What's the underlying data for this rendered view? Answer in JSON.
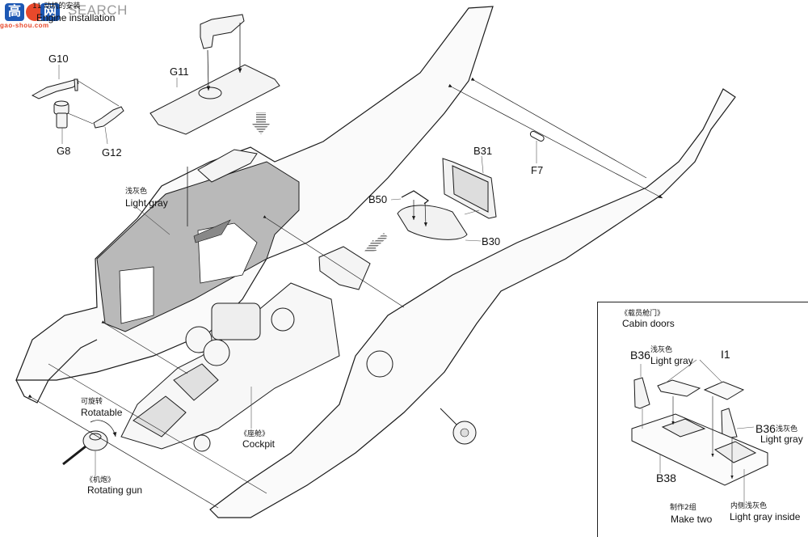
{
  "watermark": {
    "logo_text_1": "高",
    "logo_text_3": "网",
    "site": "gao-shou.com",
    "search_text": "SEARCH",
    "brand_colors": {
      "blue": "#1d58b4",
      "red": "#e8492b",
      "gray": "#9a9a9a"
    }
  },
  "step": {
    "title_cn": "11 动机的安装",
    "title_en": "Engine installation"
  },
  "parts": {
    "g10": "G10",
    "g8": "G8",
    "g12": "G12",
    "g11": "G11",
    "b31": "B31",
    "b50": "B50",
    "b30": "B30",
    "f7": "F7"
  },
  "annotations": {
    "interior_color_cn": "浅灰色",
    "interior_color_en": "Light gray",
    "rotatable_cn": "可旋转",
    "rotatable_en": "Rotatable",
    "gun_cn": "《机炮》",
    "gun_en": "Rotating gun",
    "cockpit_cn": "《座舱》",
    "cockpit_en": "Cockpit"
  },
  "inset": {
    "title_cn": "《载员舱门》",
    "title_en": "Cabin doors",
    "b36_left": "B36",
    "b36_left_color_cn": "浅灰色",
    "b36_left_color_en": "Light gray",
    "i1": "I1",
    "b36_right": "B36",
    "b36_right_color_cn": "浅灰色",
    "b36_right_color_en": "Light gray",
    "b38": "B38",
    "make_cn": "制作2组",
    "make_en": "Make two",
    "inside_cn": "内侧浅灰色",
    "inside_en": "Light gray inside"
  },
  "colors": {
    "line": "#1a1a1a",
    "interior_fill": "#b9b9b9",
    "part_fill": "#f4f4f4"
  }
}
